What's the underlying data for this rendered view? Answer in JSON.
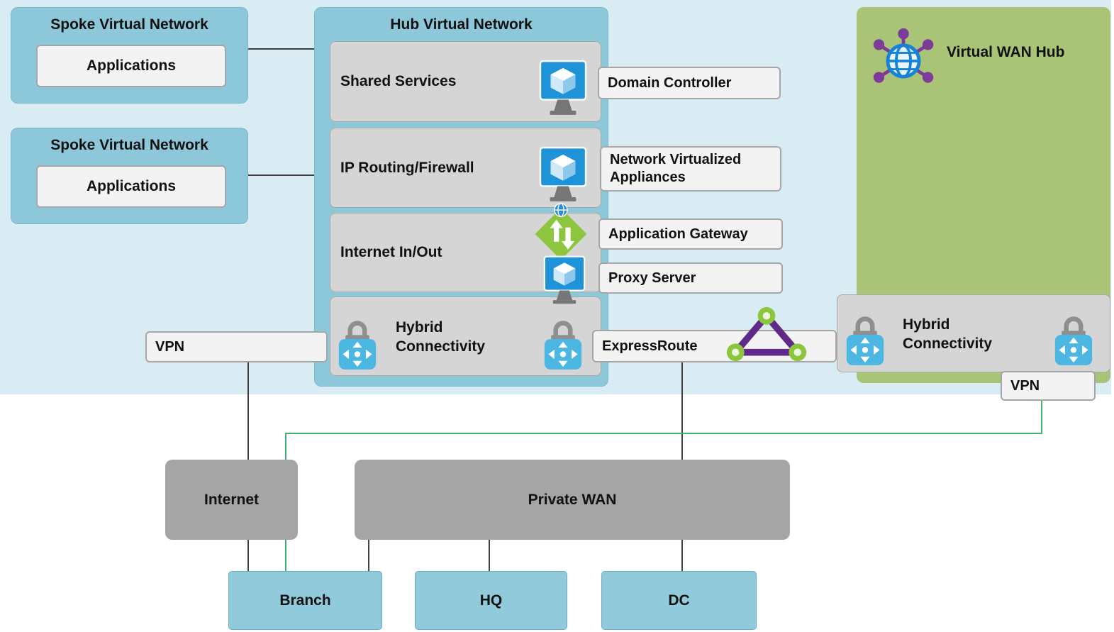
{
  "colors": {
    "canvas_bg": "#ffffff",
    "region_bg": "#d9ecf3",
    "spoke_blue": "#8dc8da",
    "gray_panel": "#d5d5d5",
    "label_bg": "#f3f3f3",
    "label_border": "#a6a6a6",
    "wan_green": "#a9c377",
    "dark_gray": "#a5a5a5",
    "site_blue": "#90cadb",
    "line": "#3f3f3f",
    "vpn_line_green": "#3fb273",
    "icon_blue": "#1e93d8",
    "icon_gateway_blue": "#4cb7e3",
    "icon_green": "#8cc63e",
    "icon_purple": "#5f2a87",
    "text": "#111111"
  },
  "icons": {
    "vm": "azure-vm-icon",
    "application_gateway": "application-gateway-icon",
    "vpn_gateway": "vpn-gateway-lock-icon",
    "expressroute": "expressroute-triangle-icon",
    "virtual_wan": "virtual-wan-globe-icon"
  },
  "spokes": [
    {
      "title": "Spoke Virtual Network",
      "app": "Applications"
    },
    {
      "title": "Spoke Virtual Network",
      "app": "Applications"
    }
  ],
  "hub": {
    "title": "Hub Virtual Network",
    "rows": {
      "shared": "Shared Services",
      "routing": "IP Routing/Firewall",
      "internet": "Internet In/Out",
      "hybrid": "Hybrid Connectivity"
    }
  },
  "callouts": {
    "domain_controller": "Domain Controller",
    "nva": "Network Virtualized Appliances",
    "app_gateway": "Application Gateway",
    "proxy": "Proxy Server"
  },
  "connectivity": {
    "vpn_left": "VPN",
    "expressroute": "ExpressRoute",
    "vpn_right": "VPN"
  },
  "wan_hub": {
    "title": "Virtual WAN Hub",
    "hybrid": "Hybrid Connectivity"
  },
  "bottom": {
    "internet": "Internet",
    "private_wan": "Private WAN",
    "sites": [
      "Branch",
      "HQ",
      "DC"
    ]
  }
}
